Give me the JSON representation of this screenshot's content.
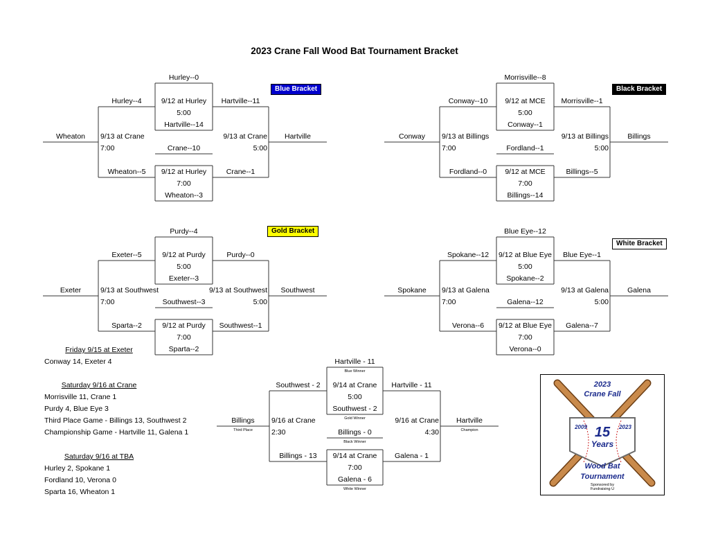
{
  "title": "2023 Crane Fall Wood Bat Tournament Bracket",
  "brackets": {
    "blue": {
      "label": "Blue Bracket",
      "color": "#0000cc",
      "text_color": "#ffffff",
      "top_seed": "Hurley--0",
      "top_left": "Hurley--4",
      "g1_lines": [
        "9/12 at Hurley",
        "5:00",
        "Hartville--14"
      ],
      "top_right": "Hartville--11",
      "left_team": "Wheaton",
      "left_game": [
        "9/13 at Crane",
        "7:00"
      ],
      "mid": "Crane--10",
      "right_game": [
        "9/13 at Crane",
        "5:00"
      ],
      "right_team": "Hartville",
      "bot_left": "Wheaton--5",
      "g2_lines": [
        "9/12 at Hurley",
        "7:00",
        "Wheaton--3"
      ],
      "bot_right": "Crane--1"
    },
    "black": {
      "label": "Black Bracket",
      "color": "#000000",
      "text_color": "#ffffff",
      "top_seed": "Morrisville--8",
      "top_left": "Conway--10",
      "g1_lines": [
        "9/12 at MCE",
        "5:00",
        "Conway--1"
      ],
      "top_right": "Morrisville--1",
      "left_team": "Conway",
      "left_game": [
        "9/13 at Billings",
        "7:00"
      ],
      "mid": "Fordland--1",
      "right_game": [
        "9/13 at Billings",
        "5:00"
      ],
      "right_team": "Billings",
      "bot_left": "Fordland--0",
      "g2_lines": [
        "9/12 at MCE",
        "7:00",
        "Billings--14"
      ],
      "bot_right": "Billings--5"
    },
    "gold": {
      "label": "Gold Bracket",
      "color": "#ffff00",
      "text_color": "#000000",
      "top_seed": "Purdy--4",
      "top_left": "Exeter--5",
      "g1_lines": [
        "9/12 at Purdy",
        "5:00",
        "Exeter--3"
      ],
      "top_right": "Purdy--0",
      "left_team": "Exeter",
      "left_game": [
        "9/13 at Southwest",
        "7:00"
      ],
      "mid": "Southwest--3",
      "right_game": [
        "9/13 at Southwest",
        "5:00"
      ],
      "right_team": "Southwest",
      "bot_left": "Sparta--2",
      "g2_lines": [
        "9/12 at Purdy",
        "7:00",
        "Sparta--2"
      ],
      "bot_right": "Southwest--1"
    },
    "white": {
      "label": "White Bracket",
      "color": "#ffffff",
      "text_color": "#000000",
      "top_seed": "Blue Eye--12",
      "top_left": "Spokane--12",
      "g1_lines": [
        "9/12 at Blue Eye",
        "5:00",
        "Spokane--2"
      ],
      "top_right": "Blue Eye--1",
      "left_team": "Spokane",
      "left_game": [
        "9/13 at Galena",
        "7:00"
      ],
      "mid": "Galena--12",
      "right_game": [
        "9/13 at Galena",
        "5:00"
      ],
      "right_team": "Galena",
      "bot_left": "Verona--6",
      "g2_lines": [
        "9/12 at Blue Eye",
        "7:00",
        "Verona--0"
      ],
      "bot_right": "Galena--7"
    }
  },
  "finals": {
    "top_seed": "Hartville - 11",
    "top_seed_note": "Blue Winner",
    "top_left": "Southwest - 2",
    "g1_lines": [
      "9/14 at Crane",
      "5:00",
      "Southwest - 2"
    ],
    "g1_note": "Gold Winner",
    "top_right": "Hartville - 11",
    "left_team": "Billings",
    "left_note": "Third Place",
    "left_game": [
      "9/16 at Crane",
      "2:30"
    ],
    "mid": "Billings - 0",
    "mid_note": "Black Winner",
    "right_game": [
      "9/16 at Crane",
      "4:30"
    ],
    "right_team": "Hartville",
    "right_note": "Champion",
    "bot_left": "Billings - 13",
    "g2_lines": [
      "9/14 at Crane",
      "7:00",
      "Galena - 6"
    ],
    "g2_note": "White Winner",
    "bot_right": "Galena - 1"
  },
  "results": [
    {
      "heading": "Friday 9/15 at Exeter",
      "lines": [
        "Conway 14, Exeter 4"
      ]
    },
    {
      "heading": "Saturday 9/16 at Crane",
      "lines": [
        "Morrisville 11, Crane 1",
        "Purdy 4, Blue Eye 3",
        "Third Place Game - Billings 13, Southwest 2",
        "Championship Game - Hartville 11, Galena 1"
      ]
    },
    {
      "heading": "Saturday 9/16 at TBA",
      "lines": [
        "Hurley 2, Spokane 1",
        "Fordland 10, Verona 0",
        "Sparta 16, Wheaton 1"
      ]
    }
  ],
  "logo": {
    "line1": "2023",
    "line2": "Crane Fall",
    "year_left": "2009",
    "year_right": "2023",
    "big_number": "15",
    "years": "Years",
    "wood_bat": "Wood Bat",
    "tournament": "Tournament",
    "sponsor1": "Sponsored by",
    "sponsor2": "Fundraising U",
    "colors": {
      "navy": "#1a2a8c",
      "bat": "#c98a4b",
      "bat_dark": "#6b3d14",
      "stitch": "#cc2222"
    }
  }
}
